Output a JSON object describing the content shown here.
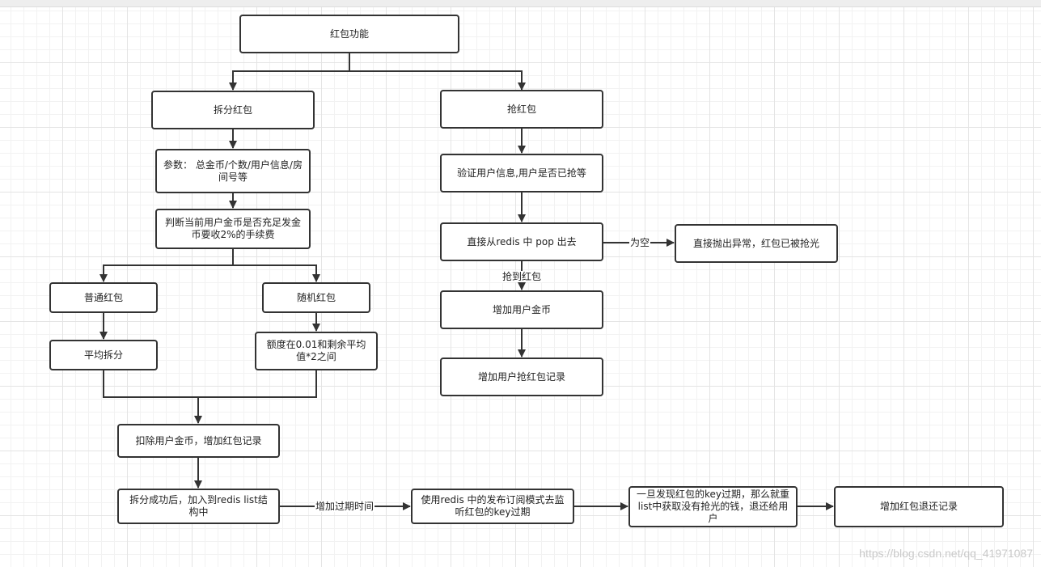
{
  "nodes": {
    "root": "红包功能",
    "split": "拆分红包",
    "grab": "抢红包",
    "params": "参数： 总金币/个数/用户信息/房间号等",
    "check_balance": "判断当前用户金币是否充足发金币要收2%的手续费",
    "normal": "普通红包",
    "random": "随机红包",
    "even_split": "平均拆分",
    "random_range": "额度在0.01和剩余平均值*2之间",
    "deduct": "扣除用户金币，增加红包记录",
    "push_list": "拆分成功后，加入到redis list结构中",
    "pubsub": "使用redis 中的发布订阅模式去监听红包的key过期",
    "refund_logic": "一旦发现红包的key过期，那么就重list中获取没有抢光的钱，退还给用户",
    "refund_record": "增加红包退还记录",
    "verify": "验证用户信息,用户是否已抢等",
    "pop": "直接从redis 中 pop 出去",
    "exception": "直接抛出异常，红包已被抢光",
    "add_coins": "增加用户金币",
    "grab_record": "增加用户抢红包记录"
  },
  "edge_labels": {
    "empty": "为空",
    "got": "抢到红包",
    "expire": "增加过期时间"
  },
  "watermark": "https://blog.csdn.net/qq_41971087"
}
